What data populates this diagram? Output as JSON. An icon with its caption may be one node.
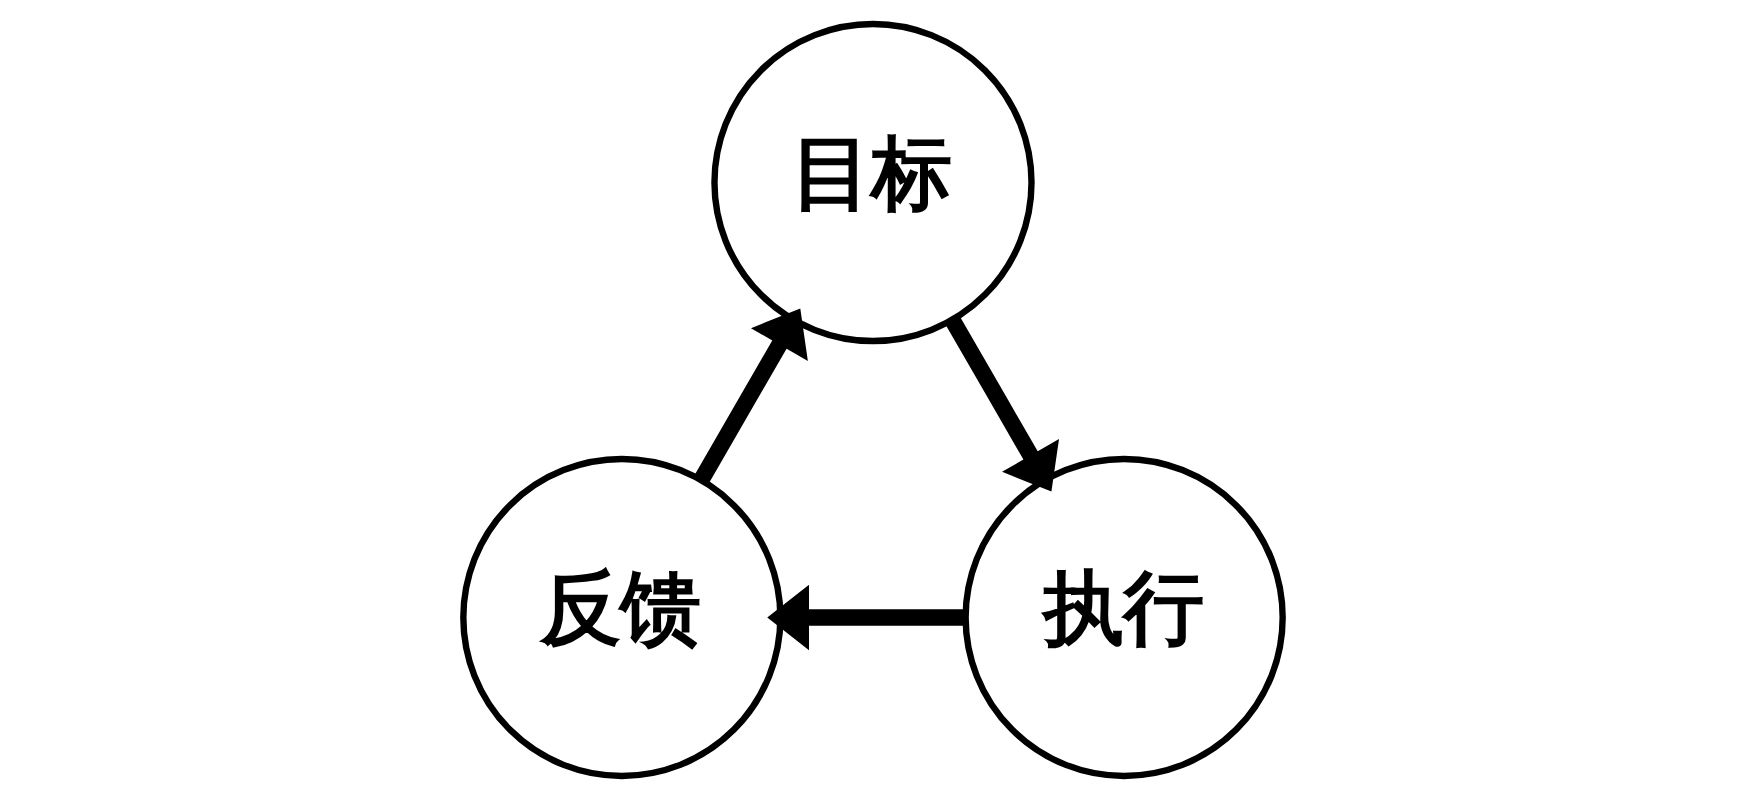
{
  "diagram": {
    "nodes": [
      {
        "text": [
          "目标"
        ]
      },
      {
        "text": [
          "执行"
        ]
      },
      {
        "text": [
          "反馈"
        ]
      }
    ],
    "edges": [
      {
        "from": 0,
        "to": 1,
        "arrow": "to"
      },
      {
        "from": 1,
        "to": 2,
        "arrow": "to"
      },
      {
        "from": 2,
        "to": 0,
        "arrow": "to"
      }
    ]
  }
}
